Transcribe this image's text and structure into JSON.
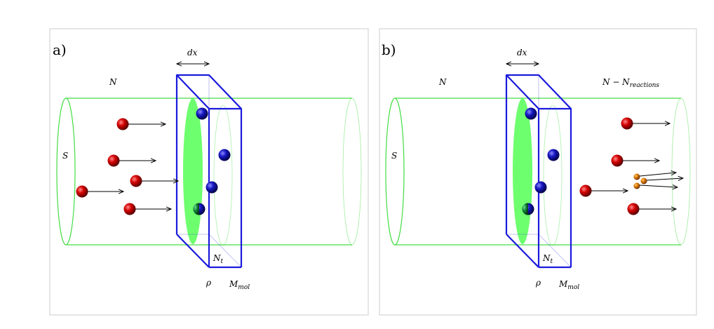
{
  "panels": [
    {
      "label": "a)",
      "dx": "dx",
      "n_left": "N",
      "n_right": "",
      "s": "S",
      "nt": "Nt",
      "rho": "ρ",
      "mmol": "Mmol"
    },
    {
      "label": "b)",
      "dx": "dx",
      "n_left": "N",
      "n_right": "N − Nreactions",
      "s": "S",
      "nt": "Nt",
      "rho": "ρ",
      "mmol": "Mmol"
    }
  ],
  "colors": {
    "cylinder": "#44dd44",
    "slab": "#1a1add",
    "disk": "#55ff55",
    "projectile": "#cc0000",
    "target": "#1111bb",
    "target_hit": "#118833",
    "fragment": "#dd7700",
    "frame": "#cccccc"
  }
}
